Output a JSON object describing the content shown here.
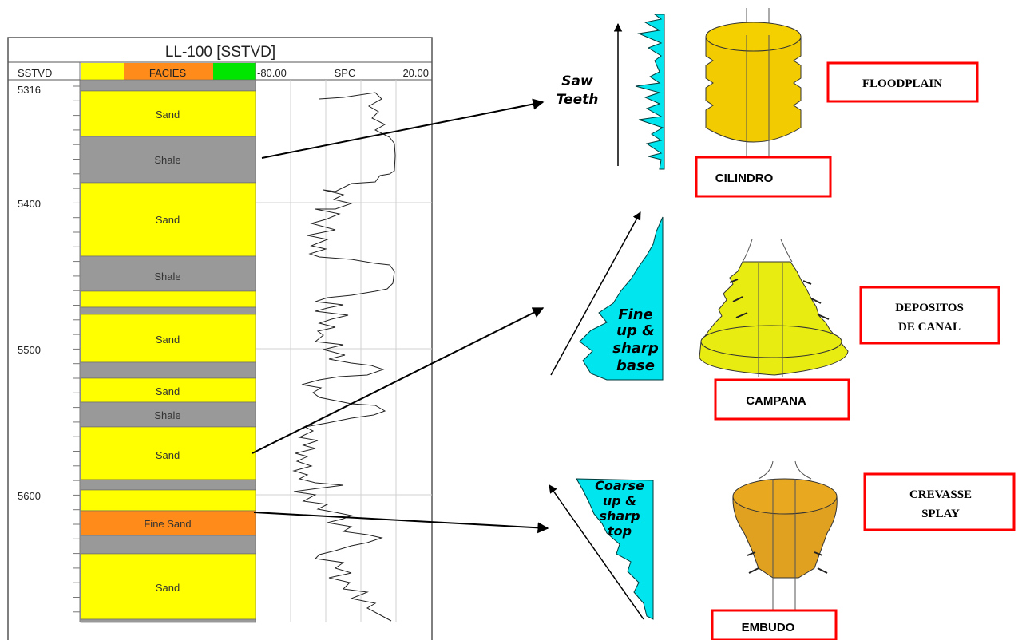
{
  "log_panel": {
    "title": "LL-100 [SSTVD]",
    "depth_header": "SSTVD",
    "facies_header": "FACIES",
    "spc_header": "SPC",
    "spc_min": "-80.00",
    "spc_max": "20.00",
    "depth_labels": [
      "5316",
      "5400",
      "5500",
      "5600"
    ]
  },
  "facies_bands": [
    {
      "label": "",
      "kind": "shale"
    },
    {
      "label": "Sand",
      "kind": "sand"
    },
    {
      "label": "Shale",
      "kind": "shale"
    },
    {
      "label": "Sand",
      "kind": "sand"
    },
    {
      "label": "Shale",
      "kind": "shale"
    },
    {
      "label": "",
      "kind": "sand"
    },
    {
      "label": "",
      "kind": "shale"
    },
    {
      "label": "Sand",
      "kind": "sand"
    },
    {
      "label": "",
      "kind": "shale"
    },
    {
      "label": "Sand",
      "kind": "sand"
    },
    {
      "label": "Shale",
      "kind": "shale"
    },
    {
      "label": "Sand",
      "kind": "sand"
    },
    {
      "label": "",
      "kind": "shale"
    },
    {
      "label": "",
      "kind": "sand"
    },
    {
      "label": "Fine Sand",
      "kind": "finesand"
    },
    {
      "label": "",
      "kind": "shale"
    },
    {
      "label": "Sand",
      "kind": "sand"
    },
    {
      "label": "",
      "kind": "shale"
    }
  ],
  "colors": {
    "sand": "#ffff00",
    "shale": "#999999",
    "finesand": "#ff8c1a",
    "green": "#00e600",
    "cyan": "#00e5ee",
    "model_yellow": "#f2cc00",
    "model_lime": "#e8ec10",
    "model_amber": "#e0a020",
    "box_border": "#ff0000"
  },
  "patterns": [
    {
      "curve_text": [
        "Saw",
        "Teeth"
      ],
      "shape": "CILINDRO",
      "environment": [
        "FLOODPLAIN"
      ],
      "icon": "cylinder-icon"
    },
    {
      "curve_text": [
        "Fine",
        "up &",
        "sharp",
        "base"
      ],
      "shape": "CAMPANA",
      "environment": [
        "DEPOSITOS",
        "DE CANAL"
      ],
      "icon": "bell-icon"
    },
    {
      "curve_text": [
        "Coarse",
        "up &",
        "sharp",
        "top"
      ],
      "shape": "EMBUDO",
      "environment": [
        "CREVASSE",
        "SPLAY"
      ],
      "icon": "funnel-icon"
    }
  ]
}
